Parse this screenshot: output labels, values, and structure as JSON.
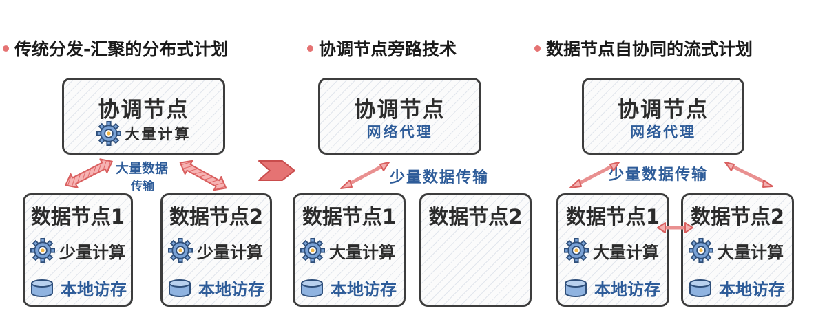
{
  "headings": {
    "h1": "传统分发-汇聚的分布式计划",
    "h2": "协调节点旁路技术",
    "h3": "数据节点自协同的流式计划"
  },
  "panel1": {
    "coordinator": {
      "title": "协调节点",
      "sub": "大量计算"
    },
    "transfer_line1": "大量数据",
    "transfer_line2": "传输",
    "node1": {
      "title": "数据节点1",
      "compute": "少量计算",
      "cache": "本地访存"
    },
    "node2": {
      "title": "数据节点2",
      "compute": "少量计算",
      "cache": "本地访存"
    }
  },
  "panel2": {
    "coordinator": {
      "title": "协调节点",
      "sub": "网络代理"
    },
    "transfer": "少量数据传输",
    "node1": {
      "title": "数据节点1",
      "compute": "大量计算",
      "cache": "本地访存"
    },
    "node2": {
      "title": "数据节点2"
    }
  },
  "panel3": {
    "coordinator": {
      "title": "协调节点",
      "sub": "网络代理"
    },
    "transfer": "少量数据传输",
    "node1": {
      "title": "数据节点1",
      "compute": "大量计算",
      "cache": "本地访存"
    },
    "node2": {
      "title": "数据节点2",
      "compute": "大量计算",
      "cache": "本地访存"
    }
  },
  "colors": {
    "bullet": "#e57373",
    "arrow": "#e57373",
    "accent_blue": "#2e5c99",
    "border": "#3d3d3d"
  },
  "icons": [
    "gear-icon",
    "database-icon",
    "double-arrow-icon",
    "right-chevron-icon"
  ]
}
